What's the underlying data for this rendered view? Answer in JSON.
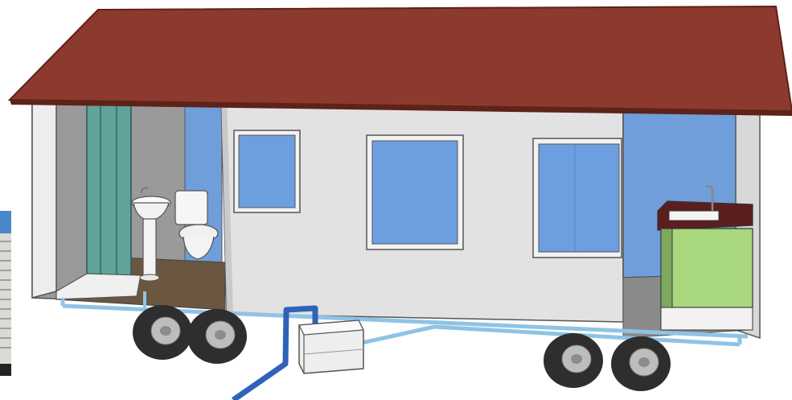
{
  "scene": {
    "colors": {
      "roof": "#8c3a2e",
      "roof_edge": "#5e2219",
      "wall": "#e2e2e2",
      "interior_wall": "#6f9edb",
      "window": "#6d9fe0",
      "floor": "#6b5640",
      "shower_glass": "#5fa39a",
      "counter": "#5b1e1e",
      "cabinet": "#a9d77e",
      "pipe": "#8fc3e6",
      "drain_pipe": "#2d63b9",
      "tire": "#2e2e2e",
      "rim": "#bdbdbd",
      "tank": "#eeeeee"
    },
    "objects": [
      "roof",
      "bathroom",
      "shower",
      "sink",
      "toilet",
      "windows",
      "kitchen-sink-cabinet",
      "wastewater-tank",
      "drain-pipe",
      "water-pipes",
      "wheels"
    ]
  }
}
